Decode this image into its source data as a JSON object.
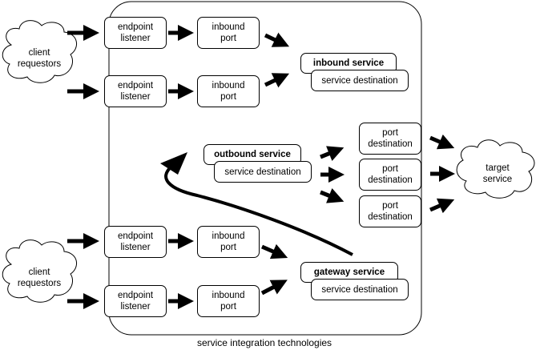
{
  "caption": "service integration technologies",
  "clouds": {
    "client_top": [
      "client",
      "requestors"
    ],
    "client_bottom": [
      "client",
      "requestors"
    ],
    "target": [
      "target",
      "service"
    ]
  },
  "endpoint_listener": [
    "endpoint",
    "listener"
  ],
  "inbound_port": [
    "inbound",
    "port"
  ],
  "services": {
    "inbound": {
      "title": "inbound service",
      "destination": "service destination"
    },
    "outbound": {
      "title": "outbound service",
      "destination": "service destination"
    },
    "gateway": {
      "title": "gateway service",
      "destination": "service destination"
    }
  },
  "port_destination": [
    "port",
    "destination"
  ]
}
